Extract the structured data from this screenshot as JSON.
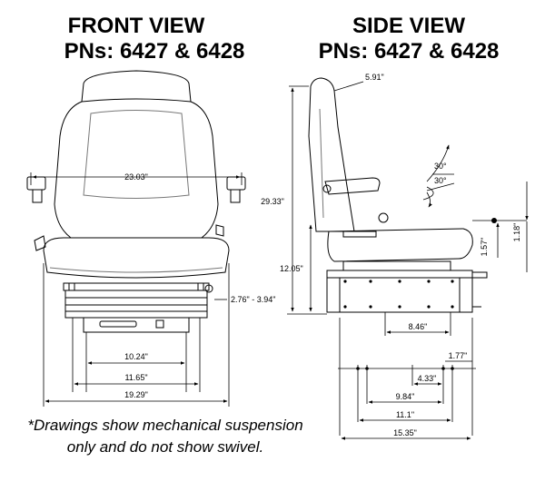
{
  "front": {
    "title": "FRONT VIEW",
    "pns": "PNs: 6427 & 6428",
    "dims": {
      "width_top": "23.03\"",
      "side_adjust": "2.76\" - 3.94\"",
      "base_inner": "10.24\"",
      "base_mid": "11.65\"",
      "overall": "19.29\""
    }
  },
  "side": {
    "title": "SIDE VIEW",
    "pns": "PNs: 6427 & 6428",
    "dims": {
      "headrest": "5.91\"",
      "height_total": "29.33\"",
      "angle_up": "30°",
      "angle_down": "30°",
      "seat_height": "12.05\"",
      "adj_small": "1.57\"",
      "adj_right": "1.18\"",
      "depth": "8.46\"",
      "mount_a": "1.77\"",
      "mount_b": "4.33\"",
      "mount_c": "9.84\"",
      "mount_d": "11.1\"",
      "mount_e": "15.35\""
    }
  },
  "note": {
    "line1": "*Drawings show mechanical suspension",
    "line2": "only and do not show swivel."
  }
}
